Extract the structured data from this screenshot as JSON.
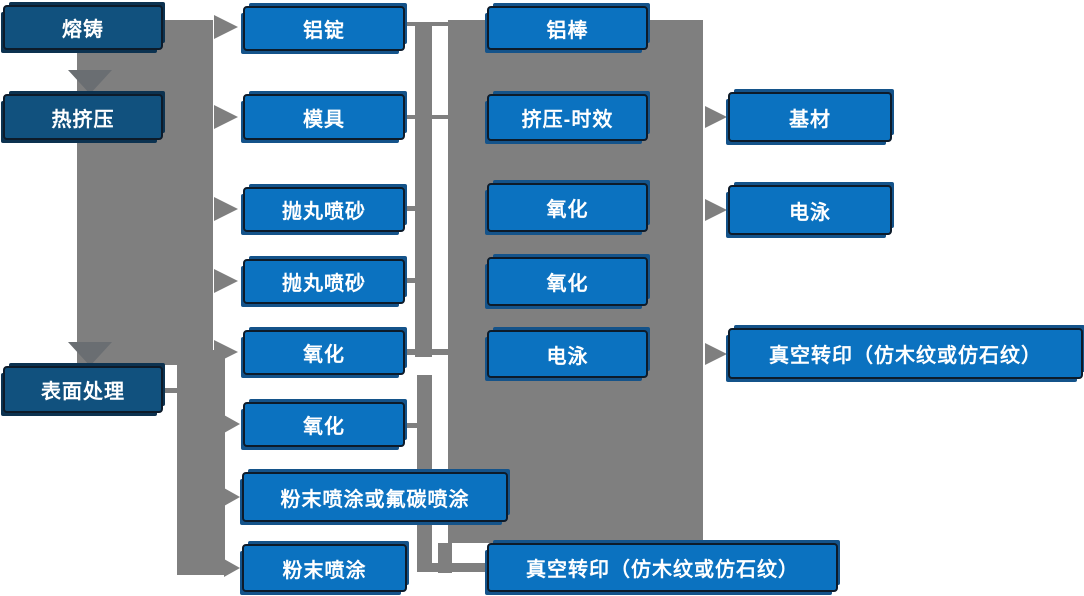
{
  "colors": {
    "node_dark": "#11517e",
    "node_blue": "#0b72c0",
    "node_border": "#0d1b2a",
    "node_shadow": "#14538a",
    "connector": "#7f7f7f",
    "connector_overlap": "#6a6e72",
    "text": "#ffffff"
  },
  "nodes": [
    {
      "label": "熔铸",
      "column": 1
    },
    {
      "label": "热挤压",
      "column": 1
    },
    {
      "label": "表面处理",
      "column": 1
    },
    {
      "label": "铝锭",
      "column": 2
    },
    {
      "label": "模具",
      "column": 2
    },
    {
      "label": "抛丸喷砂",
      "column": 2
    },
    {
      "label": "抛丸喷砂",
      "column": 2
    },
    {
      "label": "氧化",
      "column": 2
    },
    {
      "label": "氧化",
      "column": 2
    },
    {
      "label": "粉末喷涂或氟碳喷涂",
      "column": 2
    },
    {
      "label": "粉末喷涂",
      "column": 2
    },
    {
      "label": "铝棒",
      "column": 3
    },
    {
      "label": "挤压-时效",
      "column": 3
    },
    {
      "label": "氧化",
      "column": 3
    },
    {
      "label": "氧化",
      "column": 3
    },
    {
      "label": "电泳",
      "column": 3
    },
    {
      "label": "真空转印（仿木纹或仿石纹）",
      "column": 3
    },
    {
      "label": "基材",
      "column": 4
    },
    {
      "label": "电泳",
      "column": 4
    },
    {
      "label": "真空转印（仿木纹或仿石纹）",
      "column": 4
    }
  ]
}
